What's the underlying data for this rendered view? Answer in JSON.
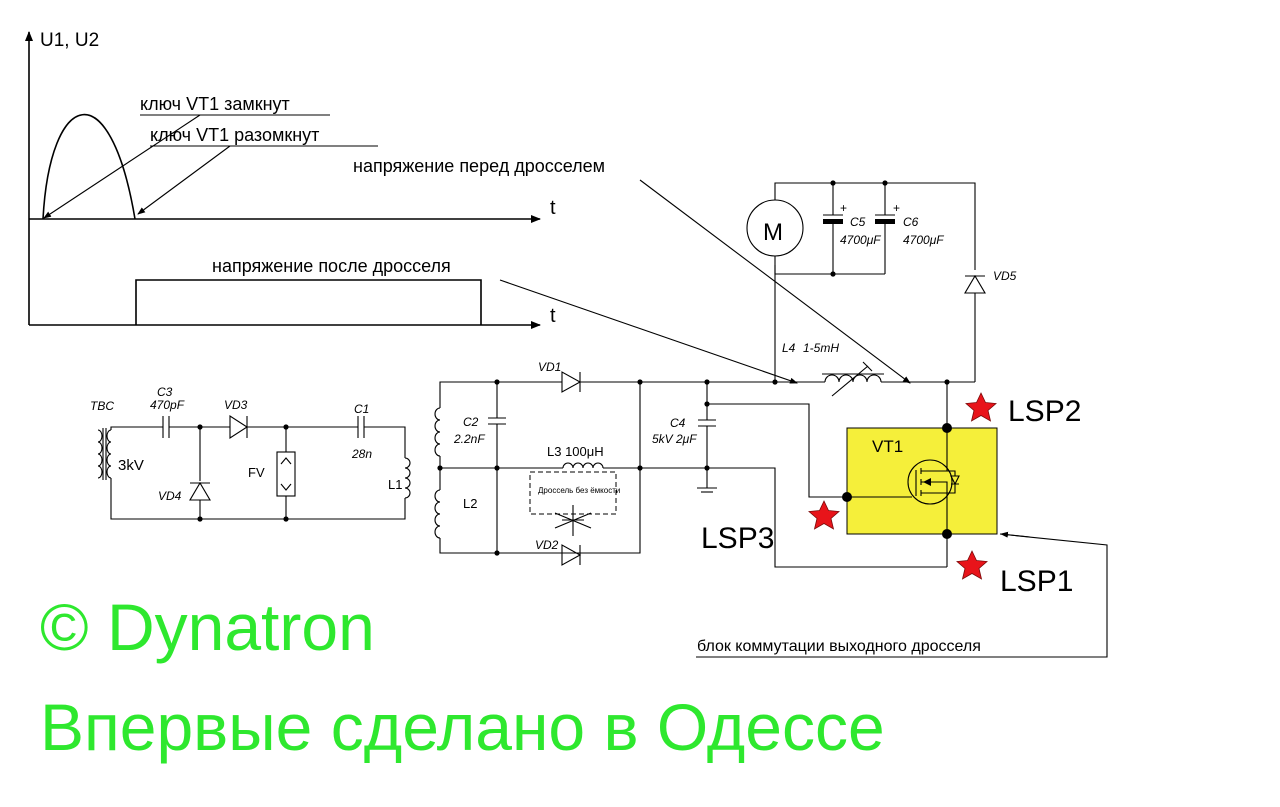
{
  "graph": {
    "y_axis_label": "U1, U2",
    "t_label_top": "t",
    "t_label_bottom": "t",
    "label_closed": "ключ VT1 замкнут",
    "label_open": "ключ VT1 разомкнут",
    "label_before": "напряжение перед дросселем",
    "label_after": "напряжение после дросселя"
  },
  "components": {
    "tbc": "TBC",
    "c3": "C3",
    "c3_value": "470pF",
    "vd3": "VD3",
    "c1": "C1",
    "c1_value": "28n",
    "v3kv": "3kV",
    "vd4": "VD4",
    "fv": "FV",
    "l1": "L1",
    "vd1": "VD1",
    "vd2": "VD2",
    "c2": "C2",
    "c2_value": "2.2nF",
    "l2": "L2",
    "l3": "L3 100μH",
    "choke_note": "Дроссель без ёмкости",
    "c4": "C4",
    "c4_value": "5kV 2μF",
    "l4": "L4",
    "l4_value": "1-5mH",
    "c5": "C5",
    "c5_value": "4700μF",
    "c6": "C6",
    "c6_value": "4700μF",
    "vd5": "VD5",
    "motor": "M",
    "vt1": "VT1",
    "plus": "+"
  },
  "points": {
    "lsp1": "LSP1",
    "lsp2": "LSP2",
    "lsp3": "LSP3"
  },
  "caption": "блок коммутации выходного дросселя",
  "watermark": {
    "line1": "© Dynatron",
    "line2": "Впервые сделано в Одессе"
  },
  "colors": {
    "highlight_block": "#f5ef3a",
    "star": "#e8141a",
    "watermark": "#2ee82e"
  }
}
